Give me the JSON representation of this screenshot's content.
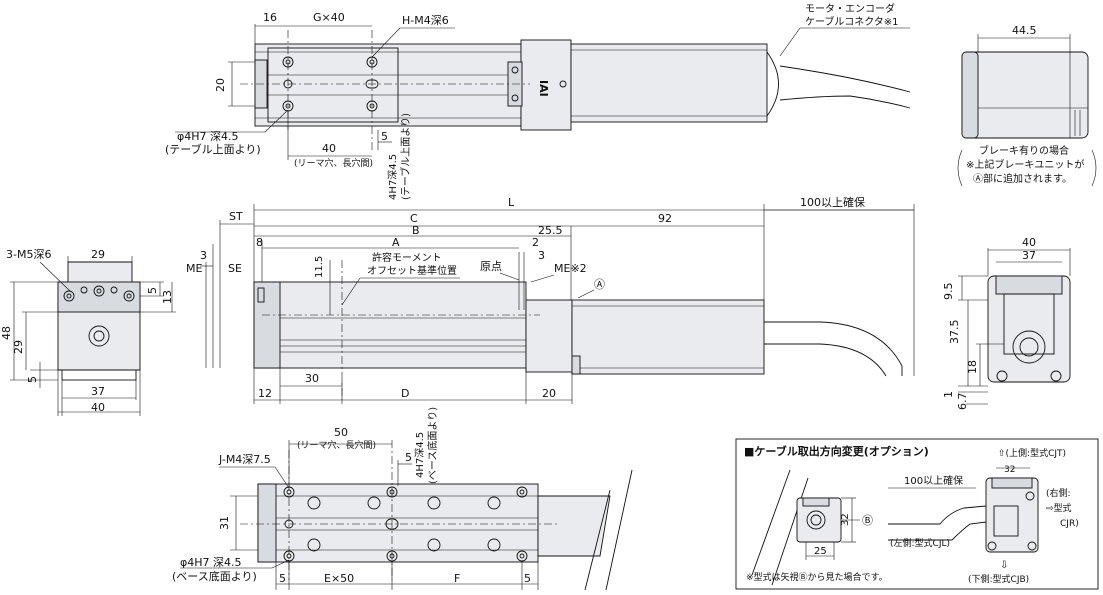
{
  "top_view": {
    "dim_16": "16",
    "dim_gx40": "G×40",
    "label_hm4": "H-M4深6",
    "dim_20": "20",
    "dim_40": "40",
    "dim_5": "5",
    "note_reamer": "(リーマ穴、長穴間)",
    "label_phi4": "φ4H7 深4.5",
    "label_phi4_sub": "(テーブル上面より)",
    "label_4h7": "4H7深4.5",
    "label_4h7_sub": "(テーブル上面より)",
    "connector_line1": "モータ・エンコーダ",
    "connector_line2": "ケーブルコネクタ※1"
  },
  "brake_view": {
    "dim_44_5": "44.5",
    "note_1": "ブレーキ有りの場合",
    "note_2": "※上記ブレーキユニットが",
    "note_3": "Ⓐ部に追加されます。"
  },
  "side_view": {
    "dim_st": "ST",
    "dim_L": "L",
    "dim_C": "C",
    "dim_92": "92",
    "dim_B": "B",
    "dim_25_5": "25.5",
    "dim_A": "A",
    "dim_8": "8",
    "dim_3a": "3",
    "dim_3b": "3",
    "dim_2": "2",
    "dim_me": "ME",
    "dim_se": "SE",
    "dim_11_5": "11.5",
    "label_moment1": "許容モーメント",
    "label_moment2": "オフセット基準位置",
    "label_origin": "原点",
    "label_me2": "ME※2",
    "label_A": "Ⓐ",
    "dim_100": "100以上確保",
    "dim_12": "12",
    "dim_30": "30",
    "dim_D": "D",
    "dim_20": "20"
  },
  "front_view": {
    "label_3m5": "3-M5深6",
    "dim_29w": "29",
    "dim_5": "5",
    "dim_13": "13",
    "dim_48": "48",
    "dim_29h": "29",
    "dim_5b": "5",
    "dim_37": "37",
    "dim_40": "40"
  },
  "rear_view": {
    "dim_40": "40",
    "dim_37": "37",
    "dim_9_5": "9.5",
    "dim_37_5": "37.5",
    "dim_18": "18",
    "dim_1": "1",
    "dim_6_7": "6.7"
  },
  "bottom_view": {
    "dim_50": "50",
    "note_reamer": "(リーマ穴、長穴間)",
    "label_jm4": "J-M4深7.5",
    "dim_5a": "5",
    "label_4h7": "4H7深4.5",
    "label_4h7_sub": "(ベース底面より)",
    "dim_31": "31",
    "label_phi4": "φ4H7 深4.5",
    "label_phi4_sub": "(ベース底面より)",
    "dim_5b": "5",
    "dim_ex50": "E×50",
    "dim_F": "F",
    "dim_5c": "5"
  },
  "cable_box": {
    "title": "■ケーブル取出方向変更(オプション)",
    "dim_32a": "32",
    "dim_32b": "32",
    "dim_25": "25",
    "dim_100": "100以上確保",
    "label_B": "Ⓑ",
    "up": "⇧(上側:型式CJT)",
    "right1": "(右側:",
    "right2": "⇨型式",
    "right3": "CJR)",
    "left": "(左側:型式CJL)",
    "down": "(下側:型式CJB)",
    "footnote": "※型式は矢視Ⓑから見た場合です。"
  }
}
